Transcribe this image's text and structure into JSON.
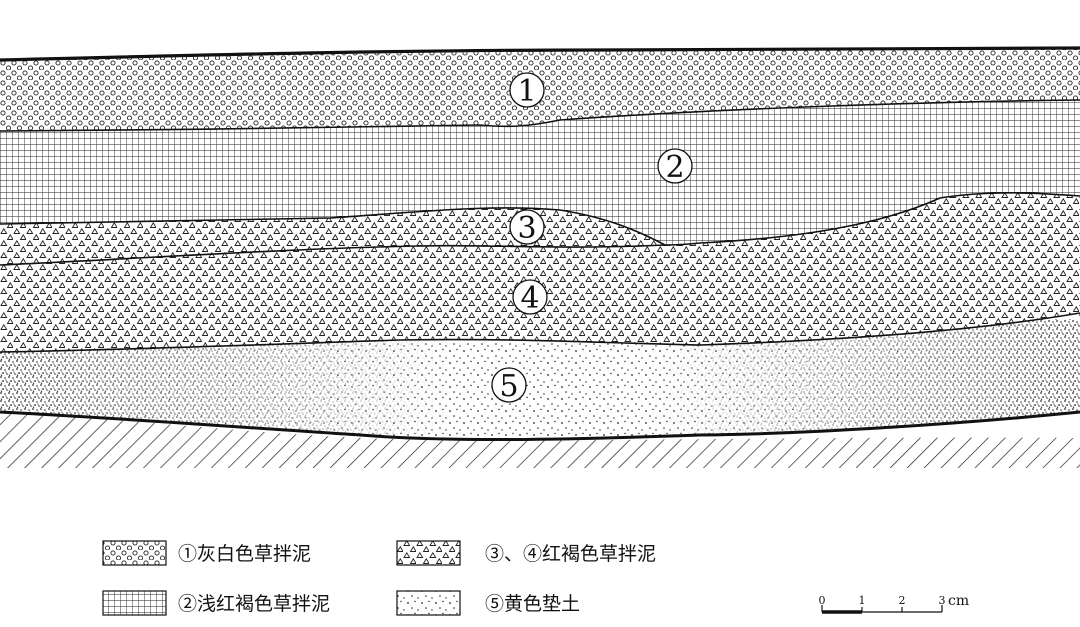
{
  "layers": [
    {
      "id": "1",
      "label": "①"
    },
    {
      "id": "2",
      "label": "②"
    },
    {
      "id": "3",
      "label": "③"
    },
    {
      "id": "4",
      "label": "④"
    },
    {
      "id": "5",
      "label": "⑤"
    }
  ],
  "legend": [
    {
      "pattern": "circles",
      "text": "①灰白色草拌泥"
    },
    {
      "pattern": "triangles",
      "text": "③、④红褐色草拌泥"
    },
    {
      "pattern": "grid",
      "text": "②浅红褐色草拌泥"
    },
    {
      "pattern": "dots",
      "text": "⑤黄色垫土"
    }
  ],
  "scale_bar": {
    "ticks": [
      "0",
      "1",
      "2",
      "3"
    ],
    "unit": "cm"
  }
}
